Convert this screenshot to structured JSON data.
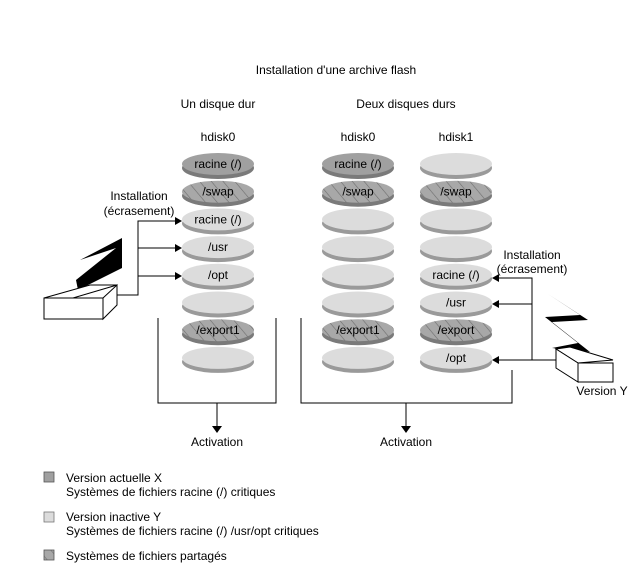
{
  "title": "Installation d'une archive flash",
  "sections": [
    {
      "heading": "Un disque dur",
      "disks": [
        {
          "name": "hdisk0",
          "slices": [
            {
              "label": "racine (/)",
              "type": "current"
            },
            {
              "label": "/swap",
              "type": "shared"
            },
            {
              "label": "racine (/)",
              "type": "inactive"
            },
            {
              "label": "/usr",
              "type": "inactive"
            },
            {
              "label": "/opt",
              "type": "inactive"
            },
            {
              "label": "",
              "type": "inactive"
            },
            {
              "label": "/export1",
              "type": "shared"
            },
            {
              "label": "",
              "type": "inactive"
            }
          ]
        }
      ],
      "install_label_1": "Installation",
      "install_label_2": "(écrasement)",
      "activation": "Activation"
    },
    {
      "heading": "Deux disques durs",
      "disks": [
        {
          "name": "hdisk0",
          "slices": [
            {
              "label": "racine (/)",
              "type": "current"
            },
            {
              "label": "/swap",
              "type": "shared"
            },
            {
              "label": "",
              "type": "inactive"
            },
            {
              "label": "",
              "type": "inactive"
            },
            {
              "label": "",
              "type": "inactive"
            },
            {
              "label": "",
              "type": "inactive"
            },
            {
              "label": "/export1",
              "type": "shared"
            },
            {
              "label": "",
              "type": "inactive"
            }
          ]
        },
        {
          "name": "hdisk1",
          "slices": [
            {
              "label": "",
              "type": "inactive"
            },
            {
              "label": "/swap",
              "type": "shared"
            },
            {
              "label": "",
              "type": "inactive"
            },
            {
              "label": "",
              "type": "inactive"
            },
            {
              "label": "racine (/)",
              "type": "inactive"
            },
            {
              "label": "/usr",
              "type": "inactive"
            },
            {
              "label": "/export",
              "type": "shared"
            },
            {
              "label": "/opt",
              "type": "inactive"
            }
          ]
        }
      ],
      "install_label_1": "Installation",
      "install_label_2": "(écrasement)",
      "source_label": "Version Y",
      "activation": "Activation"
    }
  ],
  "legend": [
    {
      "type": "current",
      "line1": "Version actuelle X",
      "line2": "Systèmes de fichiers racine (/) critiques"
    },
    {
      "type": "inactive",
      "line1": "Version inactive Y",
      "line2": "Systèmes de fichiers racine (/) /usr/opt critiques"
    },
    {
      "type": "shared",
      "line1": "Systèmes de fichiers partagés",
      "line2": ""
    }
  ],
  "colors": {
    "current_top": "#a0a0a0",
    "current_side": "#7a7a7a",
    "inactive_top": "#dcdcdc",
    "inactive_side": "#9a9a9a",
    "shared_top": "#a8a8a8",
    "shared_side": "#7a7a7a",
    "hatch": "#6e6e6e",
    "line": "#000000"
  }
}
